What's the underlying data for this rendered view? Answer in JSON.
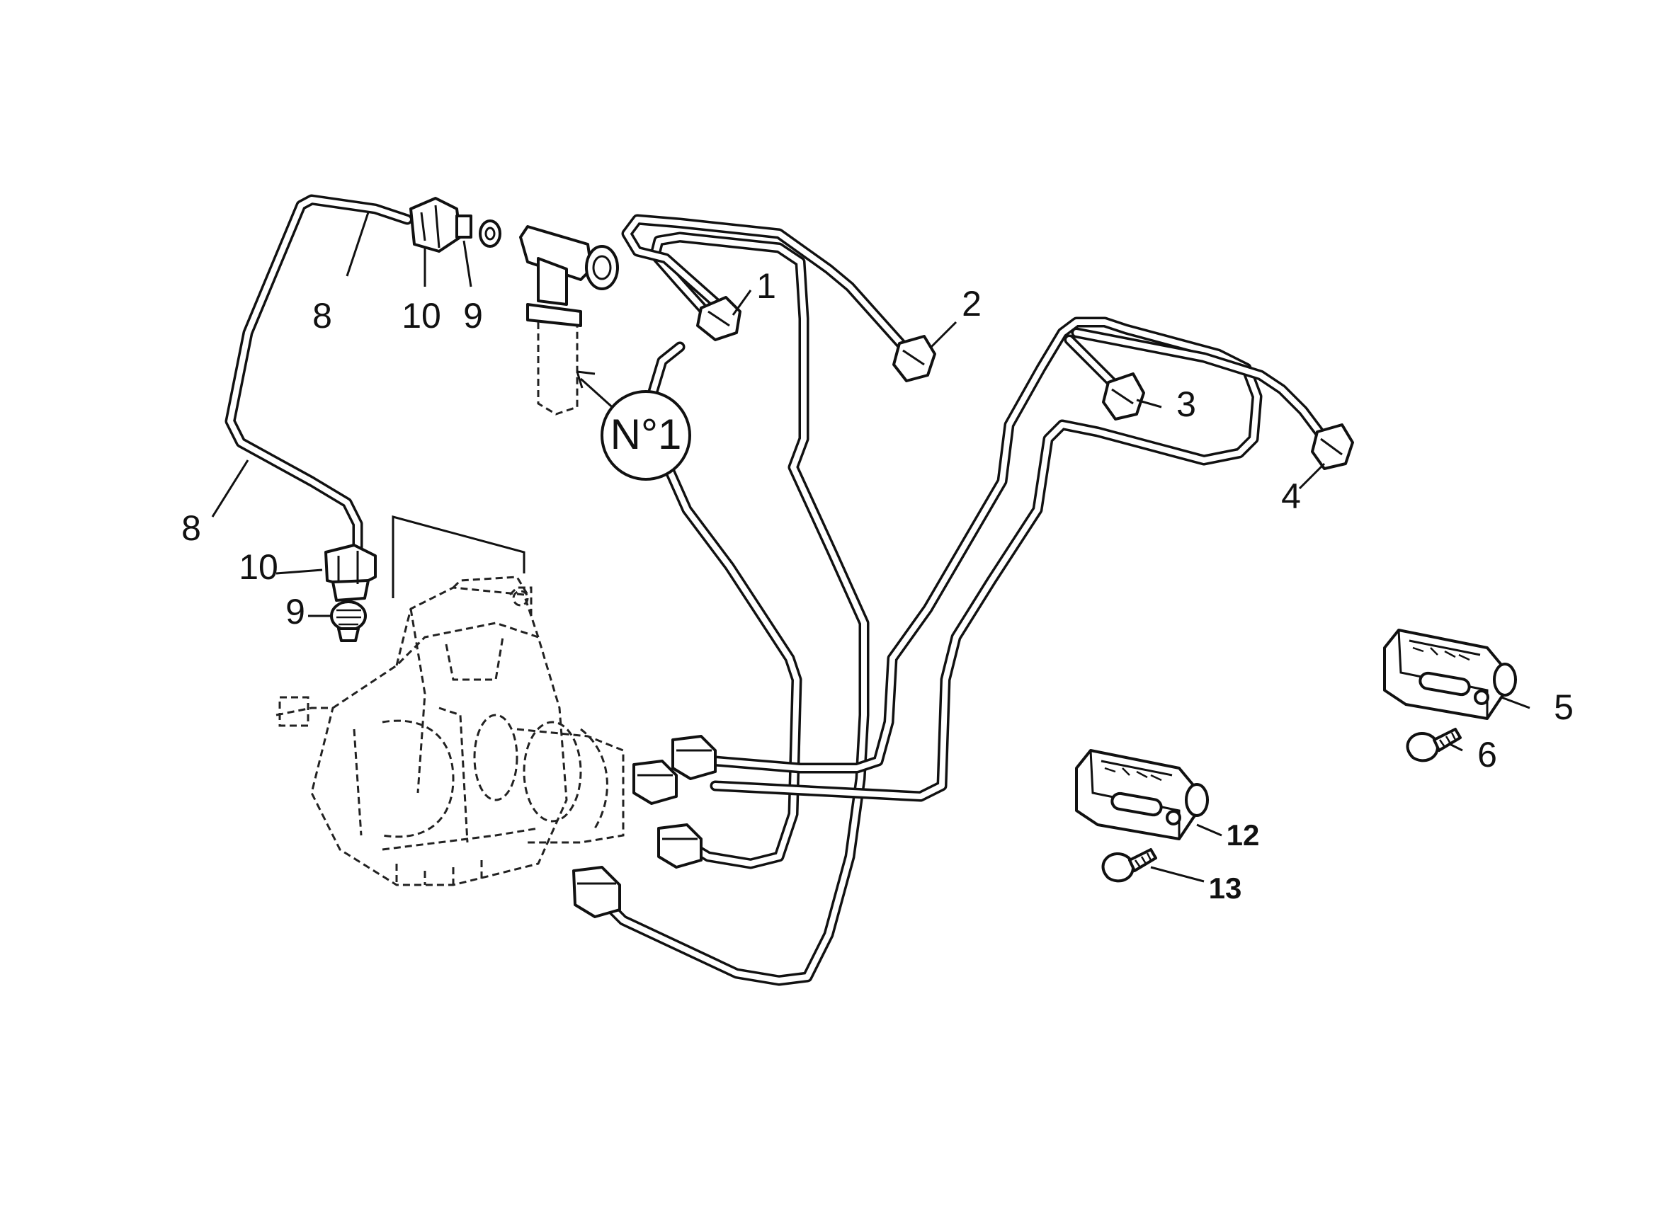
{
  "diagram": {
    "type": "exploded parts diagram",
    "subject": "fuel injection pipes from injection pump to injectors",
    "injector_note": "N°1",
    "callouts": {
      "c1": "1",
      "c2": "2",
      "c3": "3",
      "c4": "4",
      "c5": "5",
      "c6": "6",
      "c8_top": "8",
      "c10_top": "10",
      "c9_top": "9",
      "c8_mid": "8",
      "c10_mid": "10",
      "c9_mid": "9",
      "c12": "12",
      "c13": "13"
    }
  }
}
